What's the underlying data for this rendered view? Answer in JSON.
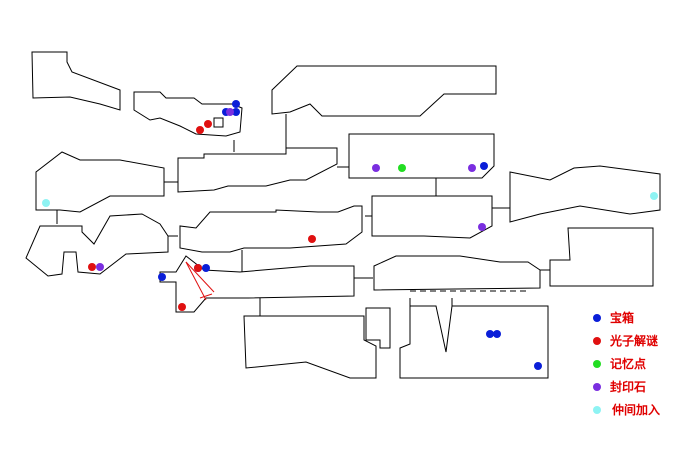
{
  "colors": {
    "treasure": "#0a1ed8",
    "photon_puzzle": "#e01010",
    "save_point": "#22dd22",
    "seal_stone": "#7a2ee0",
    "companion_join": "#8ef3f3",
    "legend_text": "#e00000"
  },
  "legend": [
    {
      "key": "treasure",
      "label": "宝箱"
    },
    {
      "key": "photon_puzzle",
      "label": "光子解谜"
    },
    {
      "key": "save_point",
      "label": "记忆点"
    },
    {
      "key": "seal_stone",
      "label": "封印石"
    },
    {
      "key": "companion_join",
      "label": "仲间加入"
    }
  ],
  "markers": [
    {
      "type": "treasure"
    },
    {
      "type": "treasure"
    },
    {
      "type": "treasure"
    },
    {
      "type": "treasure"
    },
    {
      "type": "treasure"
    },
    {
      "type": "treasure"
    },
    {
      "type": "treasure"
    },
    {
      "type": "treasure"
    },
    {
      "type": "treasure"
    },
    {
      "type": "treasure"
    },
    {
      "type": "photon_puzzle"
    },
    {
      "type": "photon_puzzle"
    },
    {
      "type": "photon_puzzle"
    },
    {
      "type": "photon_puzzle"
    },
    {
      "type": "photon_puzzle"
    },
    {
      "type": "photon_puzzle"
    },
    {
      "type": "save_point"
    },
    {
      "type": "seal_stone"
    },
    {
      "type": "seal_stone"
    },
    {
      "type": "seal_stone"
    },
    {
      "type": "seal_stone"
    },
    {
      "type": "seal_stone"
    },
    {
      "type": "companion_join"
    },
    {
      "type": "companion_join"
    }
  ]
}
